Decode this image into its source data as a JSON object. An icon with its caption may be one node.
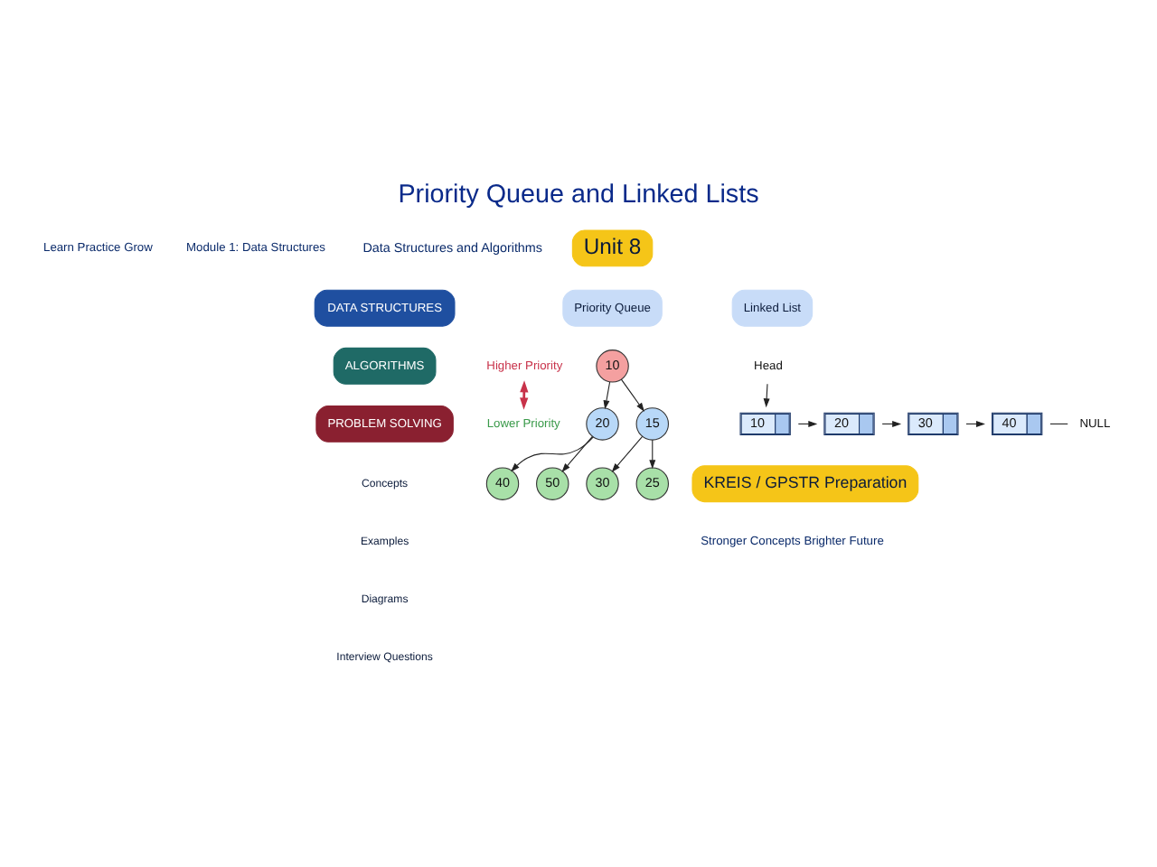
{
  "diagram": {
    "title": "Priority Queue and Linked Lists",
    "nodes": [
      {
        "text": [
          "10"
        ]
      },
      {
        "text": [
          "20"
        ]
      },
      {
        "text": [
          "15"
        ]
      },
      {
        "text": [
          "40"
        ]
      },
      {
        "text": [
          "50"
        ]
      },
      {
        "text": [
          "30"
        ]
      },
      {
        "text": [
          "25"
        ]
      },
      {
        "text": [
          "Higher Priority"
        ]
      },
      {
        "text": [
          "Lower Priority"
        ]
      },
      {
        "text": [
          "Head"
        ]
      },
      {
        "text": [
          "10"
        ]
      },
      {
        "text": [
          "20"
        ]
      },
      {
        "text": [
          "30"
        ]
      },
      {
        "text": [
          "40"
        ]
      },
      {
        "text": [
          "NULL"
        ]
      }
    ],
    "edges": [
      {
        "from": 0,
        "to": 1,
        "arrow": "to"
      },
      {
        "from": 0,
        "to": 2,
        "arrow": "to"
      },
      {
        "from": 1,
        "to": 3,
        "arrow": "to"
      },
      {
        "from": 1,
        "to": 4,
        "arrow": "to"
      },
      {
        "from": 2,
        "to": 5,
        "arrow": "to"
      },
      {
        "from": 2,
        "to": 6,
        "arrow": "to"
      },
      {
        "from": 7,
        "to": 8,
        "arrow": "both",
        "color": "#c8324a"
      },
      {
        "from": 9,
        "to": 10,
        "arrow": "to"
      },
      {
        "from": 10,
        "to": 11,
        "arrow": "to"
      },
      {
        "from": 11,
        "to": 12,
        "arrow": "to"
      },
      {
        "from": 12,
        "to": 13,
        "arrow": "to"
      },
      {
        "from": 13,
        "to": 14,
        "arrow": "none"
      }
    ],
    "labels": [
      "Unit 8",
      "Data Structures and Algorithms",
      "Module 1: Data Structures",
      "Learn Practice Grow",
      "DATA STRUCTURES",
      "ALGORITHMS",
      "PROBLEM SOLVING",
      "Concepts",
      "Examples",
      "Diagrams",
      "Interview Questions",
      "Priority Queue",
      "Linked List",
      "Stronger Concepts Brighter Future",
      "KREIS / GPSTR Preparation"
    ]
  }
}
